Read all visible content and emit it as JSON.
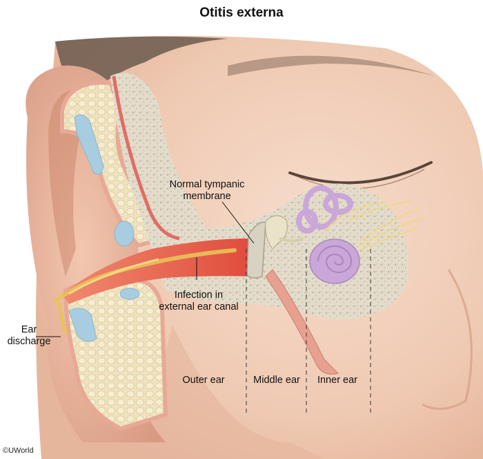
{
  "title": "Otitis externa",
  "labels": {
    "tympanic_line1": "Normal tympanic",
    "tympanic_line2": "membrane",
    "infection_line1": "Infection in",
    "infection_line2": "external ear canal",
    "discharge_line1": "Ear",
    "discharge_line2": "discharge",
    "outer_ear": "Outer ear",
    "middle_ear": "Middle ear",
    "inner_ear": "Inner ear"
  },
  "credit": "©UWorld",
  "colors": {
    "skin": "#f3d3c0",
    "skin_shadow": "#e0ab93",
    "bone": "#e5ddcb",
    "cartilage": "#efe3bf",
    "inflammation": "#e0554a",
    "discharge": "#e9c25a",
    "cochlea": "#c9a7d8",
    "fluid": "#a8cde0",
    "nerve": "#f0d78a",
    "hair": "#6b5a4e"
  }
}
